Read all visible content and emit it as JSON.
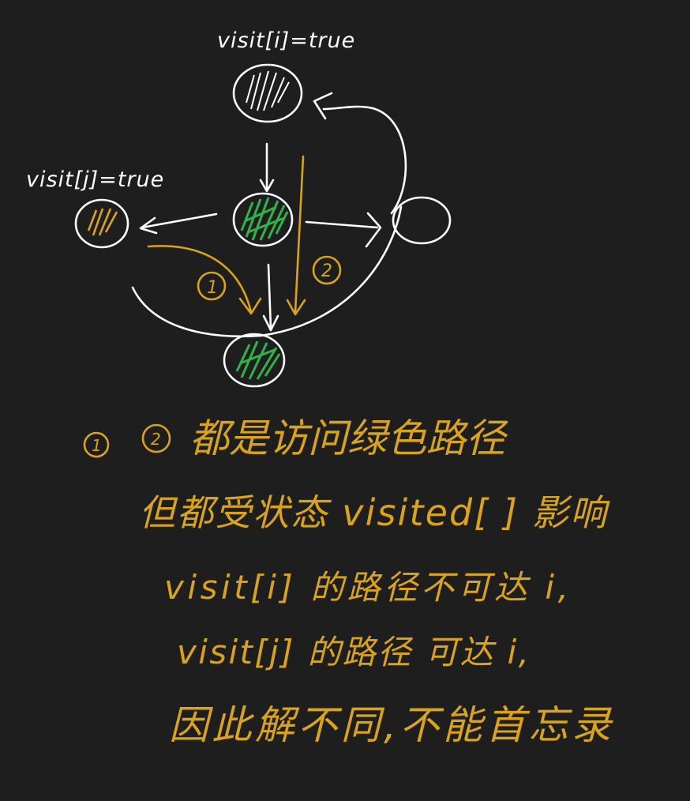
{
  "diagram": {
    "label_top": "visit[i]=true",
    "label_left": "visit[j]=true",
    "path_marker_1": "1",
    "path_marker_2": "2"
  },
  "notes": {
    "line1_marker_1": "1",
    "line1_marker_2": "2",
    "line1_text": "都是访问绿色路径",
    "line2": "但都受状态 visited[ ] 影响",
    "line3": "visit[i] 的路径不可达 i,",
    "line4": "visit[j] 的路径 可达 i,",
    "line5": "因此解不同,不能首忘录"
  },
  "colors": {
    "background": "#1e1e1e",
    "ink_white": "#ffffff",
    "ink_gold": "#d9a31d",
    "fill_green": "#2fb34a"
  }
}
